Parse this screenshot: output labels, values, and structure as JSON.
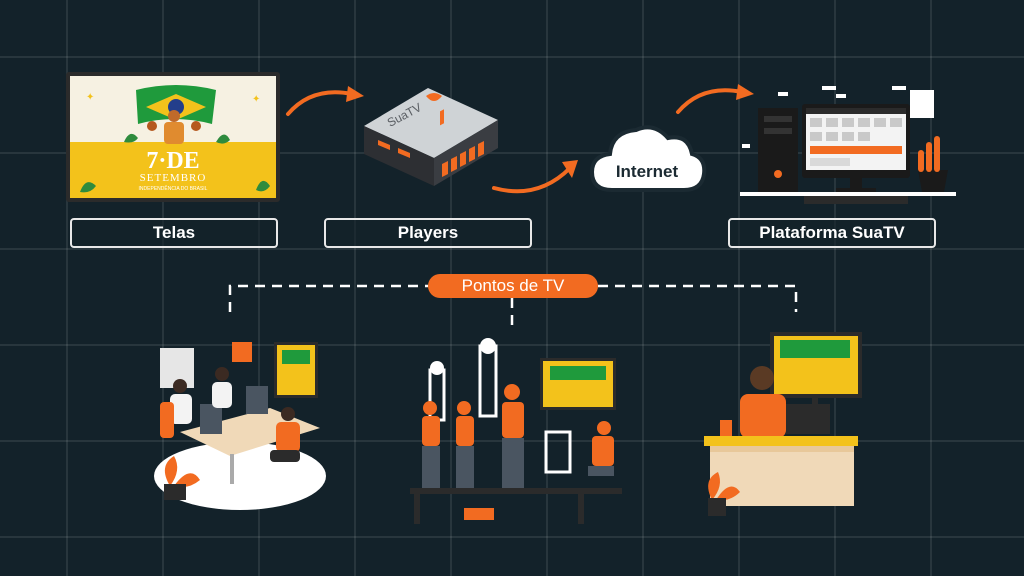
{
  "labels": {
    "telas": "Telas",
    "players": "Players",
    "plataforma": "Plataforma SuaTV",
    "internet": "Internet",
    "pontos": "Pontos de TV"
  },
  "screen": {
    "big_title": "7·DE",
    "sub_title": "SETEMBRO",
    "caption": "INDEPENDÊNCIA DO BRASIL"
  },
  "device_brand": "SuaTV",
  "colors": {
    "accent": "#f26b21",
    "background": "#13222a",
    "flag_green": "#1f9a3c",
    "flag_yellow": "#f3c21b",
    "screen_bg": "#f6f1e2"
  }
}
